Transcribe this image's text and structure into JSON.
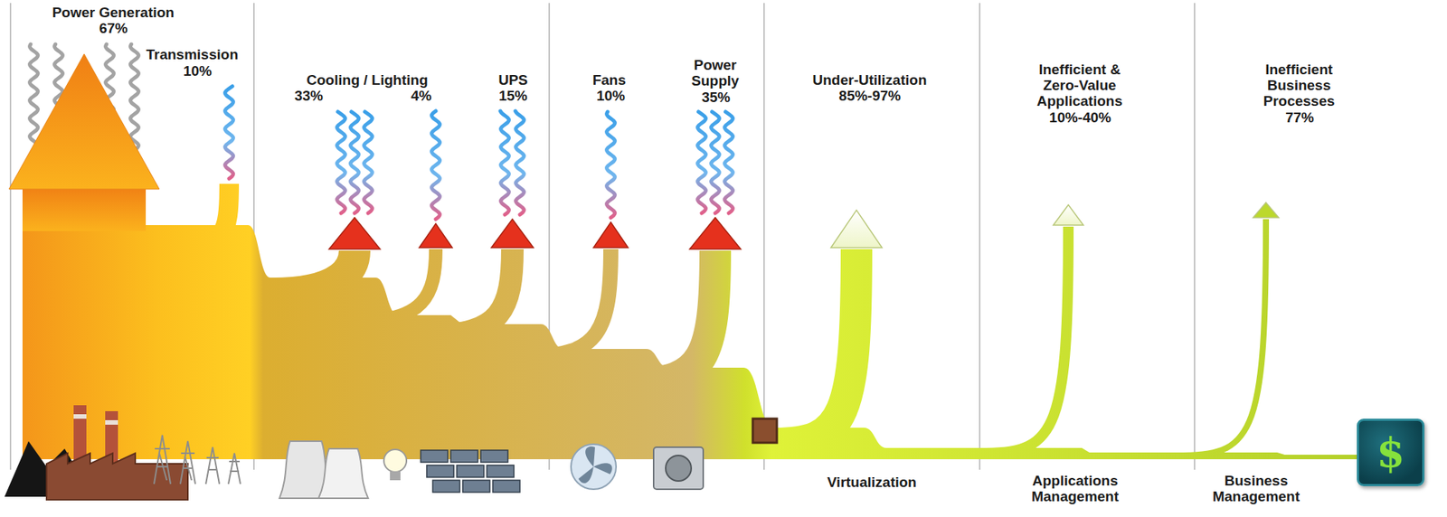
{
  "diagram": {
    "nodes": [
      {
        "text": [
          "$"
        ]
      }
    ],
    "labels": [
      "Power Generation",
      "67%",
      "Transmission",
      "10%",
      "Cooling / Lighting",
      "33%",
      "4%",
      "UPS",
      "15%",
      "Fans",
      "10%",
      "Power Supply",
      "35%",
      "Under-Utilization",
      "85%-97%",
      "Inefficient & Zero-Value Applications",
      "10%-40%",
      "Inefficient Business Processes",
      "77%",
      "Virtualization",
      "Applications Management",
      "Business Management"
    ]
  }
}
